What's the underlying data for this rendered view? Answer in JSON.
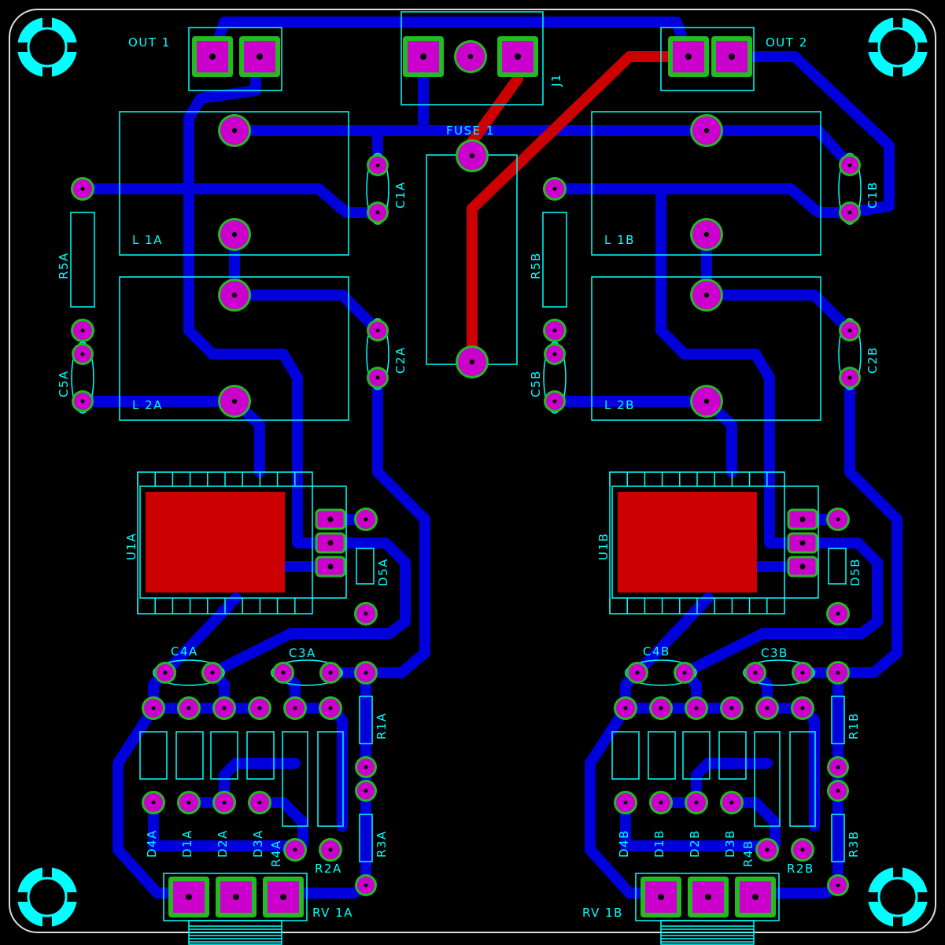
{
  "board": {
    "description_colors": {
      "background": "#000000",
      "silkscreen": "#00ffff",
      "bottom_copper": "#0000dd",
      "top_copper": "#cc0000",
      "pad": "#cc00cc",
      "pad_ring": "#22bb22",
      "drill": "#000000"
    },
    "labels": {
      "out1": "OUT 1",
      "out2": "OUT 2",
      "j1": "J1",
      "fuse1": "FUSE 1",
      "l1a": "L 1A",
      "l2a": "L 2A",
      "l1b": "L 1B",
      "l2b": "L 2B",
      "c1a": "C1A",
      "c2a": "C2A",
      "c1b": "C1B",
      "c2b": "C2B",
      "r5a": "R5A",
      "c5a": "C5A",
      "r5b": "R5B",
      "c5b": "C5B",
      "u1a": "U1A",
      "u1b": "U1B",
      "d5a": "D5A",
      "d5b": "D5B",
      "c4a": "C4A",
      "c3a": "C3A",
      "c4b": "C4B",
      "c3b": "C3B",
      "r1a": "R1A",
      "r3a": "R3A",
      "r1b": "R1B",
      "r3b": "R3B",
      "d4a": "D4A",
      "d1a": "D1A",
      "d2a": "D2A",
      "d3a": "D3A",
      "r4a": "R4A",
      "r2a": "R2A",
      "d4b": "D4B",
      "d1b": "D1B",
      "d2b": "D2B",
      "d3b": "D3B",
      "r4b": "R4B",
      "r2b": "R2B",
      "rv1a": "RV 1A",
      "rv1b": "RV 1B"
    }
  }
}
